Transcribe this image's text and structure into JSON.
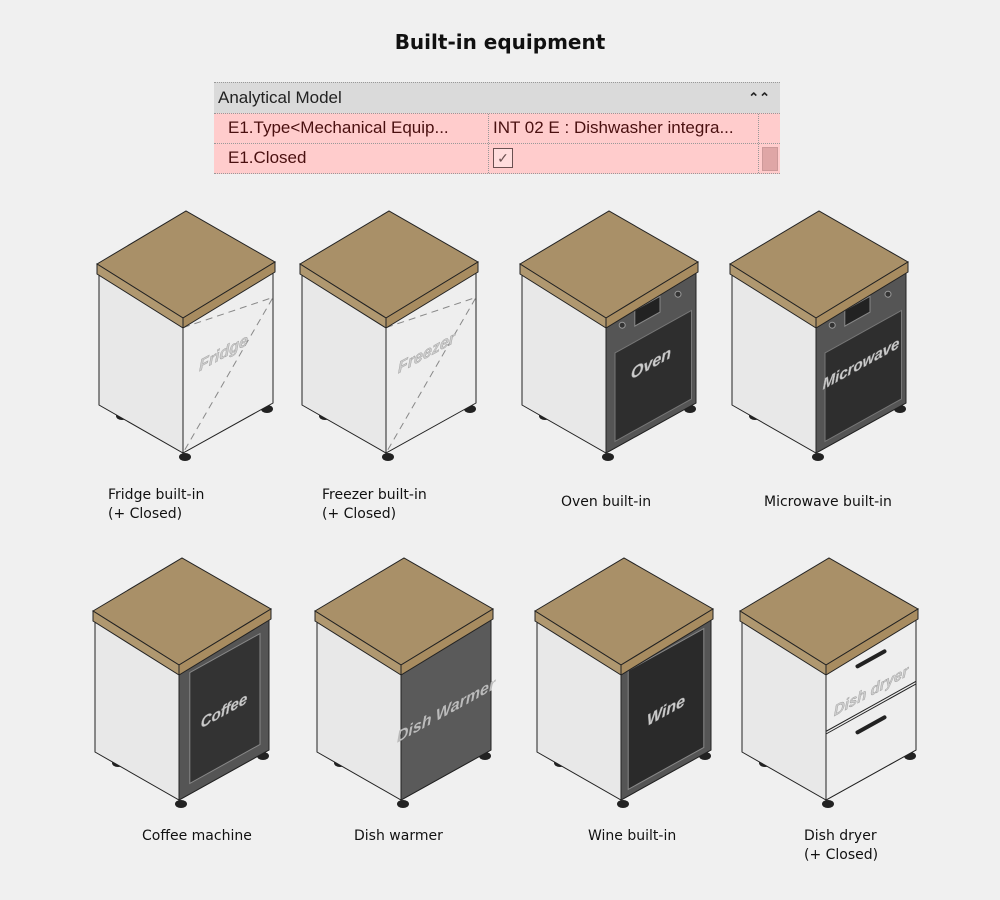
{
  "title": "Built-in equipment",
  "properties": {
    "section": "Analytical Model",
    "collapse_icon": "double-chevron-up-icon",
    "rows": [
      {
        "name": "E1.Type<Mechanical Equip...",
        "value": "INT 02 E : Dishwasher integra..."
      },
      {
        "name": "E1.Closed",
        "value": "checked"
      }
    ]
  },
  "colors": {
    "worktop": "#a99068",
    "carcass": "#e8e8e8",
    "dark_front": "#333333",
    "row_bg": "#ffcccc"
  },
  "items": [
    {
      "front": "fridge",
      "label": "Fridge",
      "caption": [
        "Fridge built-in",
        "(+ Closed)"
      ]
    },
    {
      "front": "freezer",
      "label": "Freezer",
      "caption": [
        "Freezer built-in",
        "(+ Closed)"
      ]
    },
    {
      "front": "oven",
      "label": "Oven",
      "caption": [
        "Oven built-in"
      ]
    },
    {
      "front": "microwave",
      "label": "Microwave",
      "caption": [
        "Microwave built-in"
      ]
    },
    {
      "front": "coffee",
      "label": "Coffee",
      "caption": [
        "Coffee machine"
      ]
    },
    {
      "front": "dishwarmer",
      "label": "Dish Warmer",
      "caption": [
        "Dish warmer"
      ]
    },
    {
      "front": "wine",
      "label": "Wine",
      "caption": [
        "Wine built-in"
      ]
    },
    {
      "front": "dishdryer",
      "label": "Dish dryer",
      "caption": [
        "Dish dryer",
        "(+ Closed)"
      ]
    }
  ]
}
